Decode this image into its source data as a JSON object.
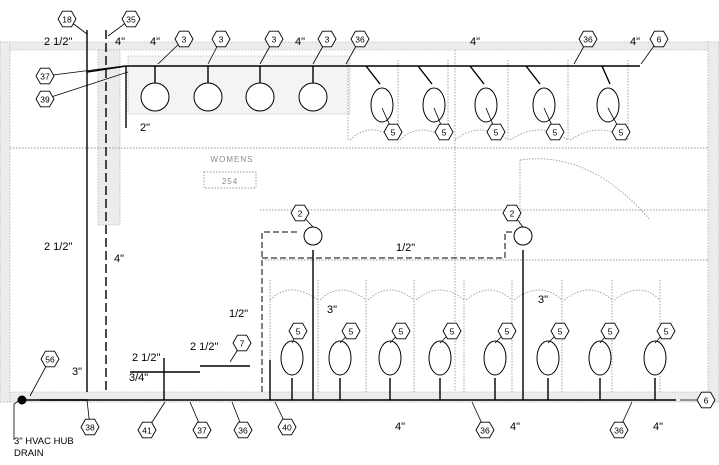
{
  "room": {
    "name": "WOMENS",
    "number": "254"
  },
  "tags": [
    {
      "id": "t18",
      "label": "18"
    },
    {
      "id": "t35",
      "label": "35"
    },
    {
      "id": "t3a",
      "label": "3"
    },
    {
      "id": "t3b",
      "label": "3"
    },
    {
      "id": "t3c",
      "label": "3"
    },
    {
      "id": "t3d",
      "label": "3"
    },
    {
      "id": "t36a",
      "label": "36"
    },
    {
      "id": "t36b",
      "label": "36"
    },
    {
      "id": "t6a",
      "label": "6"
    },
    {
      "id": "t37a",
      "label": "37"
    },
    {
      "id": "t39",
      "label": "39"
    },
    {
      "id": "t5a",
      "label": "5"
    },
    {
      "id": "t5b",
      "label": "5"
    },
    {
      "id": "t5c",
      "label": "5"
    },
    {
      "id": "t5d",
      "label": "5"
    },
    {
      "id": "t5e",
      "label": "5"
    },
    {
      "id": "t2a",
      "label": "2"
    },
    {
      "id": "t2b",
      "label": "2"
    },
    {
      "id": "t5f",
      "label": "5"
    },
    {
      "id": "t5g",
      "label": "5"
    },
    {
      "id": "t5h",
      "label": "5"
    },
    {
      "id": "t5i",
      "label": "5"
    },
    {
      "id": "t5j",
      "label": "5"
    },
    {
      "id": "t5k",
      "label": "5"
    },
    {
      "id": "t5l",
      "label": "5"
    },
    {
      "id": "t5m",
      "label": "5"
    },
    {
      "id": "t7",
      "label": "7"
    },
    {
      "id": "t56",
      "label": "56"
    },
    {
      "id": "t38",
      "label": "38"
    },
    {
      "id": "t41",
      "label": "41"
    },
    {
      "id": "t37b",
      "label": "37"
    },
    {
      "id": "t36c",
      "label": "36"
    },
    {
      "id": "t40",
      "label": "40"
    },
    {
      "id": "t36d",
      "label": "36"
    },
    {
      "id": "t36e",
      "label": "36"
    },
    {
      "id": "t6b",
      "label": "6"
    }
  ],
  "pipe_sizes": [
    {
      "id": "s1",
      "text": "2 1/2\""
    },
    {
      "id": "s2",
      "text": "4\""
    },
    {
      "id": "s3",
      "text": "4\""
    },
    {
      "id": "s4",
      "text": "4\""
    },
    {
      "id": "s5",
      "text": "4\""
    },
    {
      "id": "s6",
      "text": "4\""
    },
    {
      "id": "s7",
      "text": "2\""
    },
    {
      "id": "s8",
      "text": "2 1/2\""
    },
    {
      "id": "s9",
      "text": "4\""
    },
    {
      "id": "s10",
      "text": "1/2\""
    },
    {
      "id": "s11",
      "text": "3\""
    },
    {
      "id": "s12",
      "text": "3\""
    },
    {
      "id": "s13",
      "text": "1/2\""
    },
    {
      "id": "s14",
      "text": "2 1/2\""
    },
    {
      "id": "s15",
      "text": "2 1/2\""
    },
    {
      "id": "s16",
      "text": "3\""
    },
    {
      "id": "s17",
      "text": "3/4\""
    },
    {
      "id": "s18",
      "text": "4\""
    },
    {
      "id": "s19",
      "text": "4\""
    },
    {
      "id": "s20",
      "text": "4\""
    }
  ],
  "notes": {
    "hvac_drain_line1": "3\" HVAC HUB",
    "hvac_drain_line2": "DRAIN"
  }
}
